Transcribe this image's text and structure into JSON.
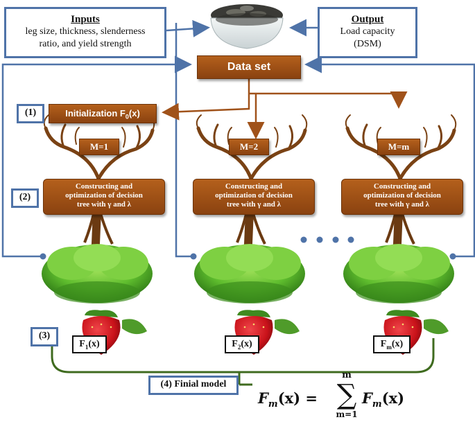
{
  "inputs": {
    "title": "Inputs",
    "lines": [
      "leg size, thickness, slenderness",
      "ratio, and yield strength"
    ]
  },
  "output": {
    "title": "Output",
    "lines": [
      "Load capacity",
      "(DSM)"
    ]
  },
  "data_set_label": "Data set",
  "init_label": "Initialization F",
  "init_sub": "0",
  "init_arg": "(x)",
  "steps": [
    "(1)",
    "(2)",
    "(3)",
    "(4) Finial model"
  ],
  "trees": [
    {
      "m_label": "M=1",
      "cons_lines": [
        "Constructing and",
        "optimization of decision",
        "tree  with γ and λ"
      ],
      "f_base": "F",
      "f_sub": "1",
      "f_arg": "(x)"
    },
    {
      "m_label": "M=2",
      "cons_lines": [
        "Constructing and",
        "optimization of decision",
        "tree  with γ and λ"
      ],
      "f_base": "F",
      "f_sub": "2",
      "f_arg": "(x)"
    },
    {
      "m_label": "M=m",
      "cons_lines": [
        "Constructing and",
        "optimization of decision",
        "tree  with γ and λ"
      ],
      "f_base": "F",
      "f_sub": "m",
      "f_arg": "(x)"
    }
  ],
  "formula": {
    "lhs": "F",
    "lhs_sub": "m",
    "lhs_arg": "(x) =",
    "sigma": "∑",
    "upper": "m",
    "lower": "m=1",
    "rhs": "F",
    "rhs_sub": "m",
    "rhs_arg": "(x)"
  },
  "colors": {
    "blue": "#4f73a8",
    "brown": "#a0521a",
    "green": "#3f6b1f",
    "foliage": "#6fc83a",
    "strawberry": "#d3141c"
  }
}
